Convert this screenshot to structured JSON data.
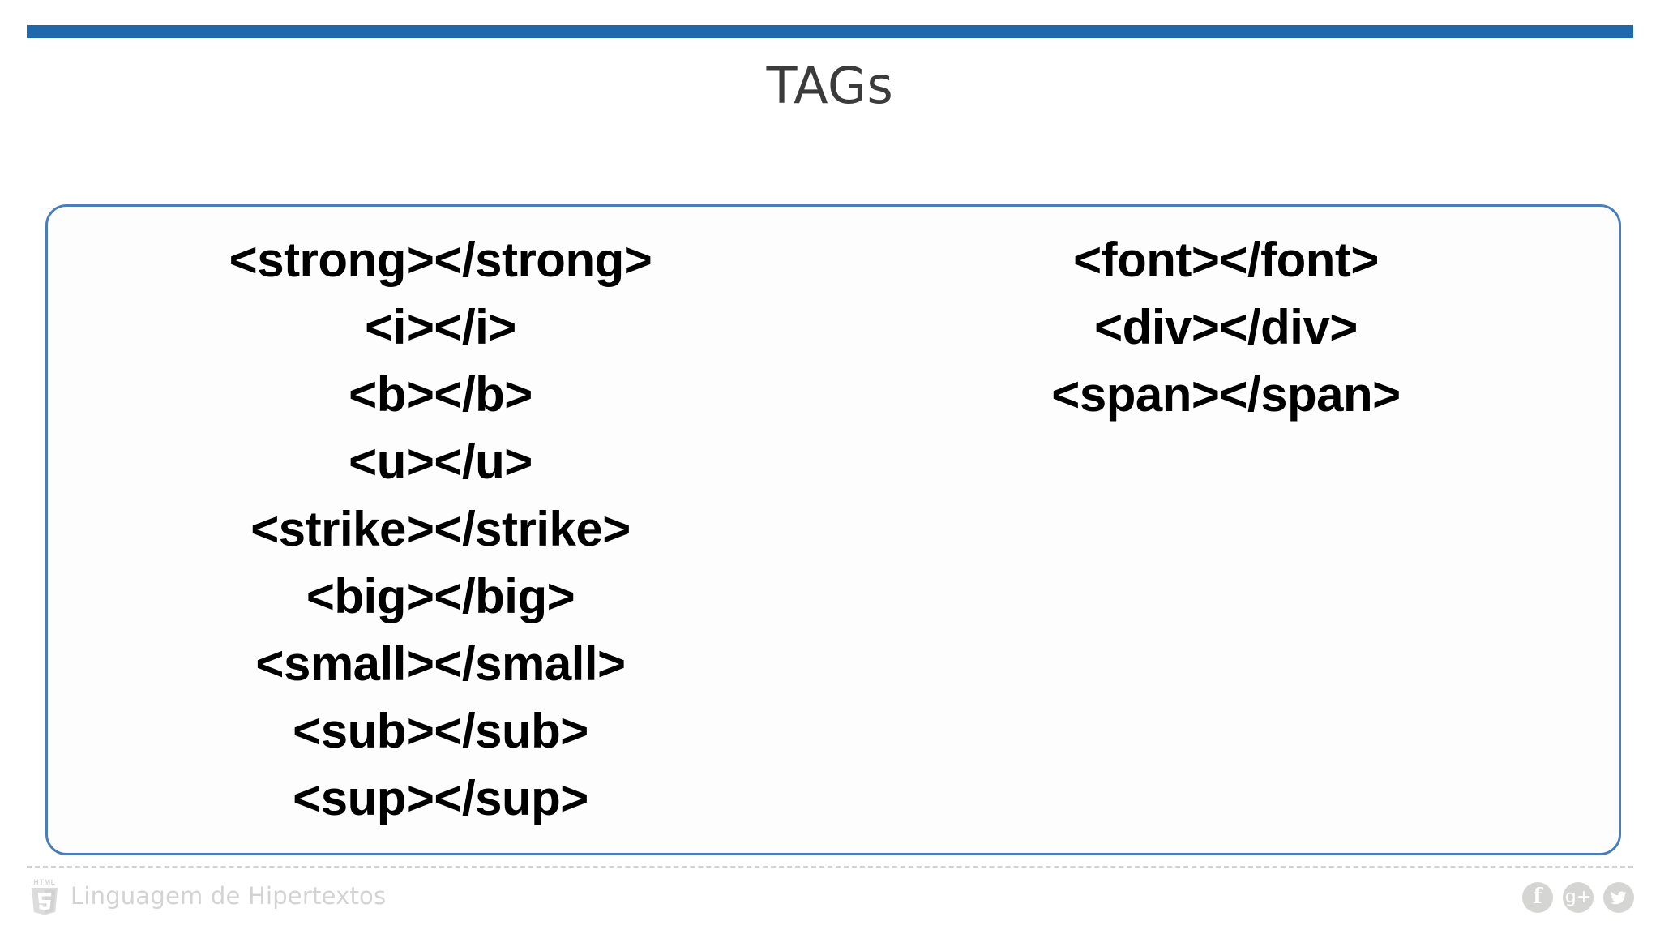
{
  "slide": {
    "title": "TAGs",
    "accent_color": "#1F68AC",
    "box_border_color": "#4A7EBB",
    "title_color": "#3B3B3B",
    "tag_text_color": "#000000"
  },
  "content": {
    "left_column": [
      {
        "label": "<strong></strong>"
      },
      {
        "label": "<i></i>"
      },
      {
        "label": "<b></b>"
      },
      {
        "label": "<u></u>"
      },
      {
        "label": "<strike></strike>"
      },
      {
        "label": "<big></big>"
      },
      {
        "label": "<small></small>"
      },
      {
        "label": "<sub></sub>"
      },
      {
        "label": "<sup></sup>"
      }
    ],
    "right_column": [
      {
        "label": "<font></font>"
      },
      {
        "label": "<div></div>"
      },
      {
        "label": "<span></span>"
      }
    ]
  },
  "footer": {
    "logo_top_text": "HTML",
    "logo_number": "5",
    "label": "Linguagem de Hipertextos",
    "label_color": "#D3D3D3",
    "social": [
      {
        "name": "facebook",
        "glyph": "f"
      },
      {
        "name": "google-plus",
        "glyph": "g+"
      },
      {
        "name": "twitter",
        "glyph": ""
      }
    ]
  }
}
